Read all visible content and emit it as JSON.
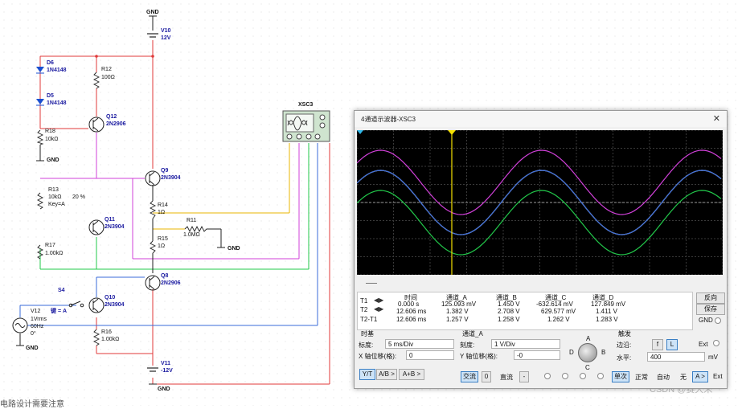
{
  "schematic": {
    "gnd_top": "GND",
    "v10": {
      "name": "V10",
      "value": "12V"
    },
    "d6": {
      "name": "D6",
      "model": "1N4148"
    },
    "d5": {
      "name": "D5",
      "model": "1N4148"
    },
    "r12": {
      "name": "R12",
      "value": "100Ω"
    },
    "q12": {
      "name": "Q12",
      "model": "2N2906"
    },
    "r18": {
      "name": "R18",
      "value": "10kΩ"
    },
    "gnd_r18": "GND",
    "q9": {
      "name": "Q9",
      "model": "2N3904"
    },
    "r13": {
      "name": "R13",
      "value": "10kΩ",
      "percent": "20 %",
      "key": "Key=A"
    },
    "r14": {
      "name": "R14",
      "value": "1Ω"
    },
    "q11": {
      "name": "Q11",
      "model": "2N3904"
    },
    "r11": {
      "name": "R11",
      "value": "1.0MΩ"
    },
    "gnd_r11": "GND",
    "r15": {
      "name": "R15",
      "value": "1Ω"
    },
    "r17": {
      "name": "R17",
      "value": "1.00kΩ"
    },
    "q8": {
      "name": "Q8",
      "model": "2N2906"
    },
    "s4": {
      "name": "S4",
      "key": "键 = A"
    },
    "q10": {
      "name": "Q10",
      "model": "2N3904"
    },
    "v12": {
      "name": "V12",
      "amp": "1Vrms",
      "freq": "60Hz",
      "phase": "0°"
    },
    "r16": {
      "name": "R16",
      "value": "1.00kΩ"
    },
    "gnd_v12": "GND",
    "v11": {
      "name": "V11",
      "value": "-12V"
    },
    "gnd_bottom": "GND",
    "xsc3_label": "XSC3",
    "bottom_text": "电路设计需要注意",
    "watermark": "CSDN @赛大米"
  },
  "oscilloscope": {
    "title": "4通道示波器-XSC3",
    "close": "✕",
    "headers": [
      "时间",
      "通道_A",
      "通道_B",
      "通道_C",
      "通道_D"
    ],
    "rows": [
      {
        "label": "T1",
        "time": "0.000 s",
        "a": "125.093 mV",
        "b": "1.450 V",
        "c": "-632.614 mV",
        "d": "127.849 mV"
      },
      {
        "label": "T2",
        "time": "12.606 ms",
        "a": "1.382 V",
        "b": "2.708 V",
        "c": "629.577 mV",
        "d": "1.411 V"
      },
      {
        "label": "T2-T1",
        "time": "12.606 ms",
        "a": "1.257 V",
        "b": "1.258 V",
        "c": "1.262 V",
        "d": "1.283 V"
      }
    ],
    "reverse_btn": "反向",
    "save_btn": "保存",
    "gnd_label": "GND",
    "timebase": {
      "title": "时基",
      "scale_label": "标度:",
      "scale_value": "5 ms/Div",
      "xpos_label": "X 轴位移(格):",
      "xpos_value": "0",
      "btn_yt": "Y/T",
      "btn_ab": "A/B >",
      "btn_apb": "A+B >"
    },
    "channel": {
      "title": "通道_A",
      "scale_label": "刻度:",
      "scale_value": "1  V/Div",
      "ypos_label": "Y 轴位移(格):",
      "ypos_value": "-0",
      "btn_ac": "交流",
      "btn_zero": "0",
      "btn_dc": "直流",
      "btn_minus": "-"
    },
    "knob": {
      "a": "A",
      "b": "B",
      "c": "C",
      "d": "D"
    },
    "trigger": {
      "title": "触发",
      "edge_label": "边沿:",
      "edge_rise": "f",
      "edge_fall": "L",
      "ext": "Ext",
      "level_label": "水平:",
      "level_value": "400",
      "level_unit": "mV",
      "btn_single": "单次",
      "btn_normal": "正常",
      "btn_auto": "自动",
      "btn_none": "无",
      "btn_a": "A >",
      "btn_ext": "Ext"
    },
    "colors": {
      "a": "#ffffff",
      "b": "#3a6bd8",
      "c": "#22c84a",
      "d": "#d040d8",
      "cursor": "#f4e000"
    }
  }
}
